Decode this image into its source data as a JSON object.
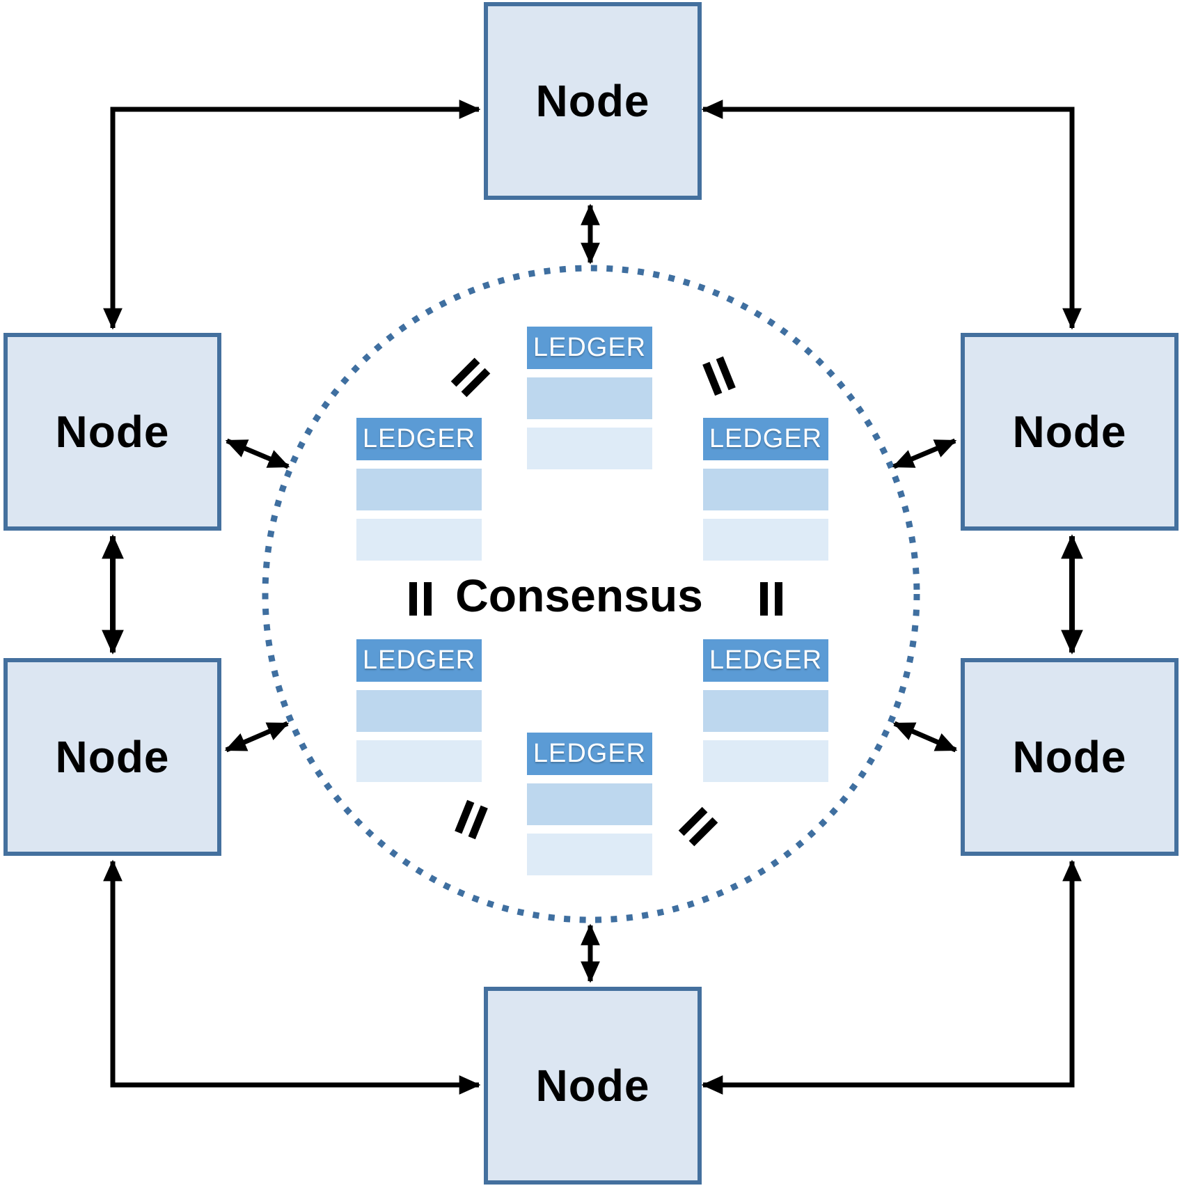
{
  "consensus": {
    "label": "Consensus"
  },
  "nodes": [
    {
      "id": "top",
      "label": "Node"
    },
    {
      "id": "left-upper",
      "label": "Node"
    },
    {
      "id": "right-upper",
      "label": "Node"
    },
    {
      "id": "left-lower",
      "label": "Node"
    },
    {
      "id": "right-lower",
      "label": "Node"
    },
    {
      "id": "bottom",
      "label": "Node"
    }
  ],
  "ledgers": [
    {
      "id": "top",
      "title": "LEDGER",
      "blank_rows": 2
    },
    {
      "id": "upper-left",
      "title": "LEDGER",
      "blank_rows": 2
    },
    {
      "id": "upper-right",
      "title": "LEDGER",
      "blank_rows": 2
    },
    {
      "id": "lower-left",
      "title": "LEDGER",
      "blank_rows": 2
    },
    {
      "id": "lower-right",
      "title": "LEDGER",
      "blank_rows": 2
    },
    {
      "id": "bottom",
      "title": "LEDGER",
      "blank_rows": 2
    }
  ],
  "equals_signs": {
    "symbol": "=",
    "count": 6
  },
  "connections": {
    "node_to_node_arrows": 6,
    "node_to_circle_arrows": 6,
    "style": "double-headed"
  },
  "colors": {
    "node_fill": "#dce6f2",
    "node_border": "#44709e",
    "ledger_header": "#5b9bd5",
    "ledger_row_1": "#bdd7ee",
    "ledger_row_2": "#deebf7",
    "circle_dotted": "#3f6fa0",
    "arrow": "#000000",
    "node_text": "#000000",
    "ledger_text": "#ffffff"
  }
}
